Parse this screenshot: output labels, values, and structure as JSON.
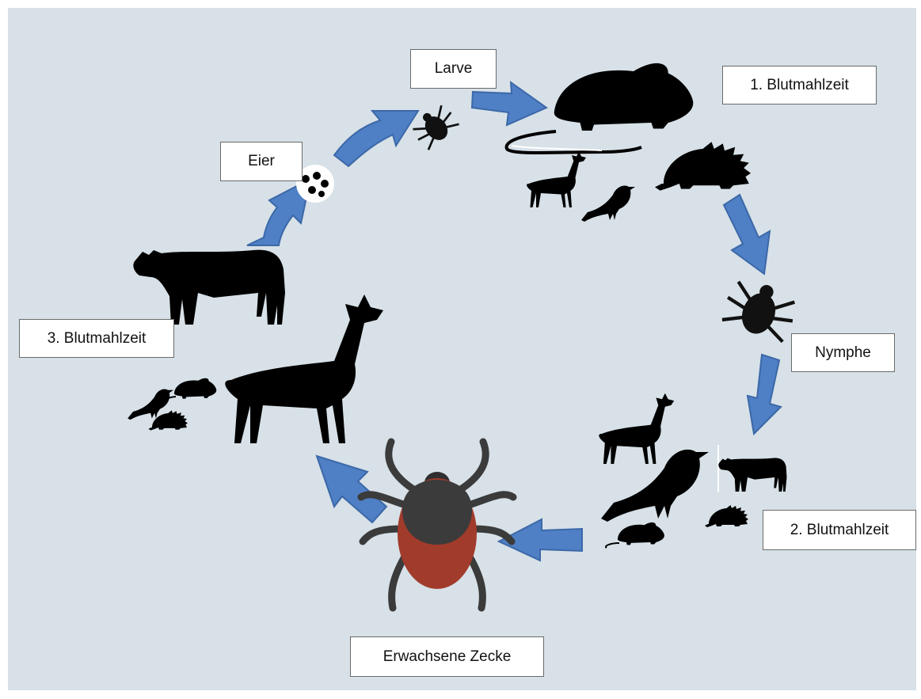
{
  "labels": {
    "larve": "Larve",
    "blutmahlzeit1": "1. Blutmahlzeit",
    "eier": "Eier",
    "nymphe": "Nymphe",
    "blutmahlzeit2": "2. Blutmahlzeit",
    "blutmahlzeit3": "3. Blutmahlzeit",
    "erwachsene_zecke": "Erwachsene Zecke"
  },
  "colors": {
    "background": "#d7e1e7",
    "arrow": "#4f7fc4",
    "silhouette": "#000000",
    "tick_body": "#3b3b3b",
    "tick_abdomen": "#a13b2b"
  },
  "icons": [
    "egg-cluster-icon",
    "larva-tick-icon",
    "mouse-icon",
    "hedgehog-icon",
    "deer-icon",
    "bird-icon",
    "nymph-tick-icon",
    "cow-icon",
    "adult-tick-icon"
  ]
}
